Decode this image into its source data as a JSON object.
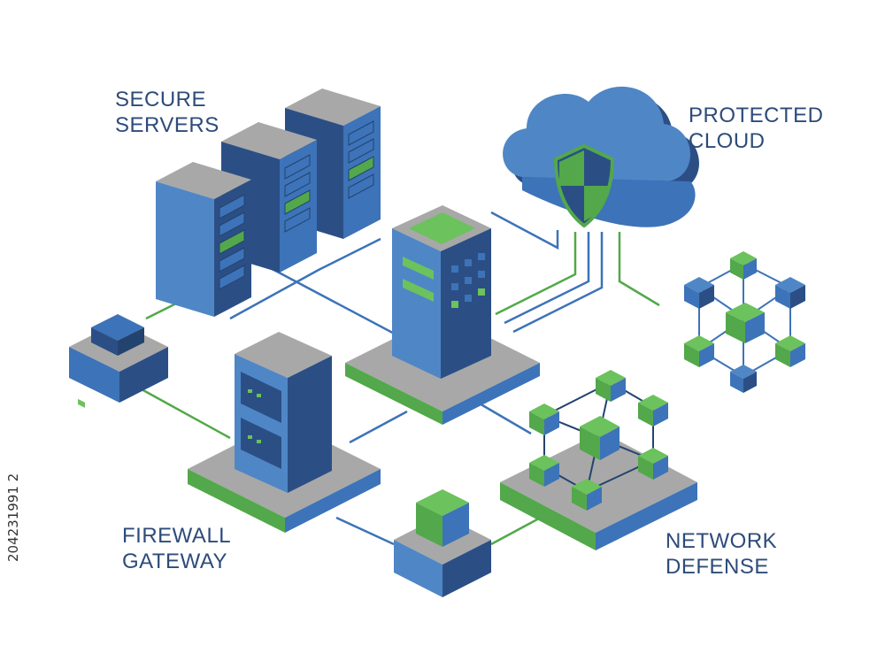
{
  "labels": {
    "secure_servers": [
      "SECURE",
      "SERVERS"
    ],
    "protected_cloud": [
      "PROTECTED",
      "CLOUD"
    ],
    "firewall_gateway": [
      "FIREWALL",
      "GATEWAY"
    ],
    "network_defense": [
      "NETWORK",
      "DEFENSE"
    ]
  },
  "stock_id": "204231991 2",
  "colors": {
    "blue": "#3d73b8",
    "blue_dark": "#2b4f85",
    "blue_light": "#4f86c6",
    "gray_top": "#a8a8a8",
    "gray_side": "#cfcfcf",
    "green": "#52a84a",
    "green_light": "#6cc25c",
    "label_text": "#2d4b7a"
  },
  "icons": [
    "server-rack-icon",
    "cloud-shield-icon",
    "building-icon",
    "firewall-icon",
    "network-node-icon",
    "router-icon"
  ]
}
